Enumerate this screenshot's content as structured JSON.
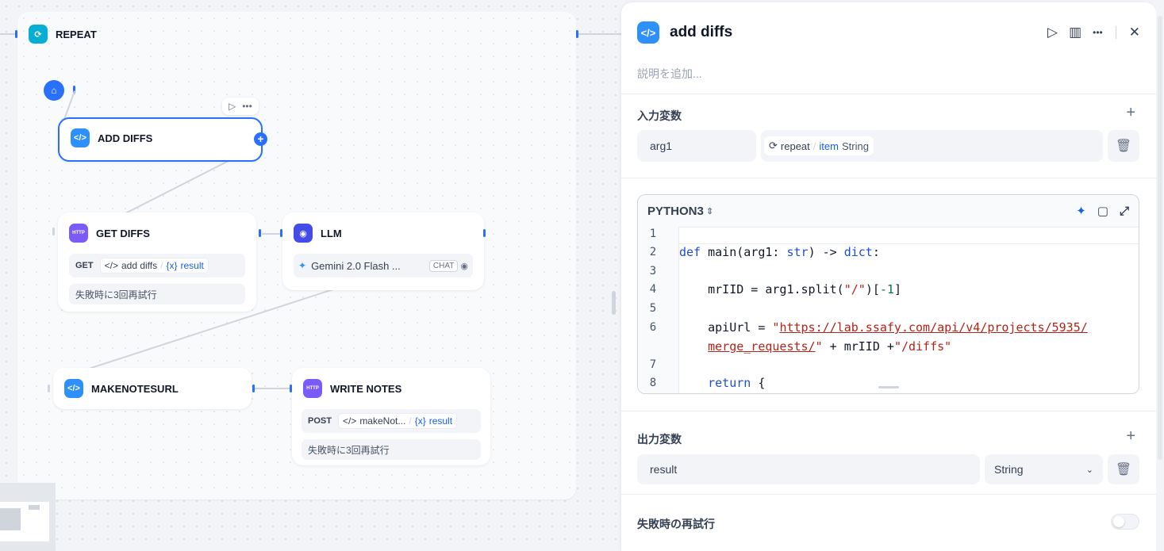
{
  "canvas": {
    "group_title": "REPEAT",
    "nodes": {
      "add_diffs": {
        "title": "ADD DIFFS"
      },
      "get_diffs": {
        "title": "GET DIFFS",
        "method": "GET",
        "src_node": "add diffs",
        "src_var": "result",
        "retry": "失敗時に3回再試行"
      },
      "llm": {
        "title": "LLM",
        "model": "Gemini 2.0 Flash ...",
        "mode": "CHAT"
      },
      "makenotesurl": {
        "title": "MAKENOTESURL"
      },
      "write_notes": {
        "title": "WRITE NOTES",
        "method": "POST",
        "src_node": "makeNot...",
        "src_var": "result",
        "retry": "失敗時に3回再試行"
      }
    }
  },
  "panel": {
    "title": "add diffs",
    "description_placeholder": "説明を追加...",
    "input_section": "入力変数",
    "input": {
      "name": "arg1",
      "src_node": "repeat",
      "src_var": "item",
      "type": "String"
    },
    "editor": {
      "language": "PYTHON3",
      "lines": [
        {
          "n": "1",
          "code": ""
        },
        {
          "n": "2",
          "code": "def main(arg1: str) -> dict:"
        },
        {
          "n": "3",
          "code": ""
        },
        {
          "n": "4",
          "code": "    mrIID = arg1.split(\"/\")[-1]"
        },
        {
          "n": "5",
          "code": ""
        },
        {
          "n": "6",
          "code": "    apiUrl = \"https://lab.ssafy.com/api/v4/projects/5935/merge_requests/\" + mrIID +\"/diffs\""
        },
        {
          "n": "7",
          "code": ""
        },
        {
          "n": "8",
          "code": "    return {"
        }
      ],
      "line6_part1": "https://lab.ssafy.com/api/v4/projects/5935/",
      "line6_part2": "merge_requests/"
    },
    "output_section": "出力変数",
    "output": {
      "name": "result",
      "type": "String"
    },
    "retry_section": "失敗時の再試行"
  },
  "colors": {
    "accent": "#2970ff",
    "teal": "#06aed4",
    "http": "#7a5af8"
  }
}
